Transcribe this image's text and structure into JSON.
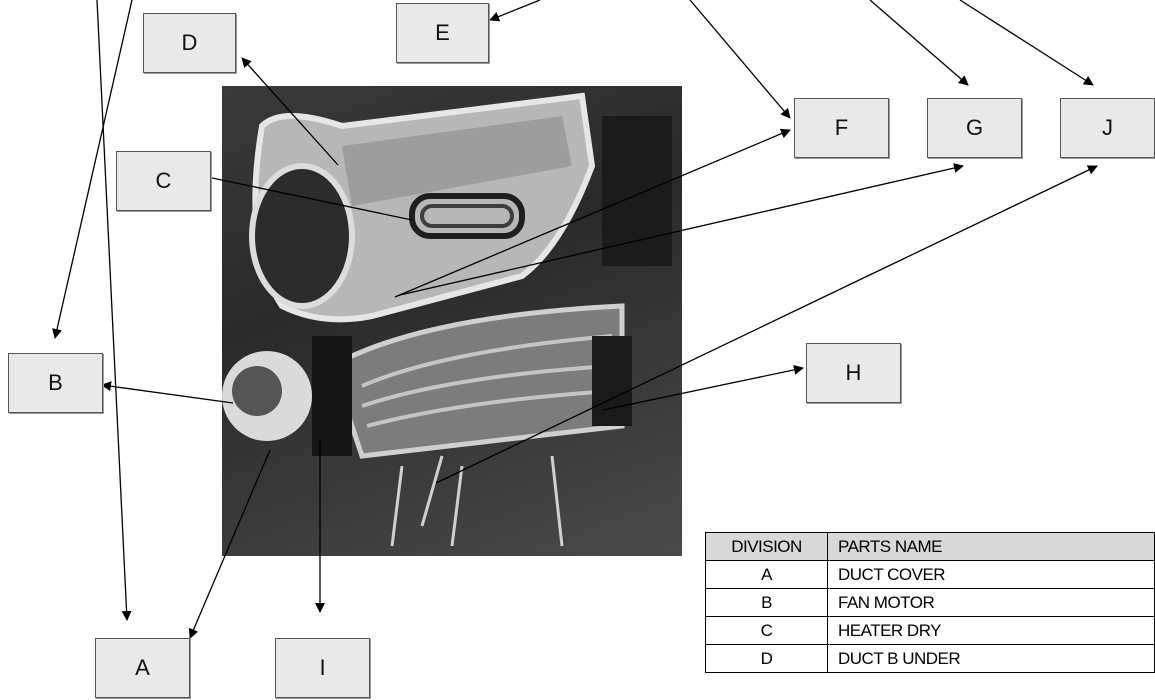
{
  "labels": {
    "A": "A",
    "B": "B",
    "C": "C",
    "D": "D",
    "E": "E",
    "F": "F",
    "G": "G",
    "H": "H",
    "I": "I",
    "J": "J"
  },
  "table": {
    "headers": [
      "DIVISION",
      "PARTS NAME"
    ],
    "rows": [
      [
        "A",
        "DUCT COVER"
      ],
      [
        "B",
        "FAN MOTOR"
      ],
      [
        "C",
        "HEATER DRY"
      ],
      [
        "D",
        "DUCT B UNDER"
      ]
    ]
  }
}
